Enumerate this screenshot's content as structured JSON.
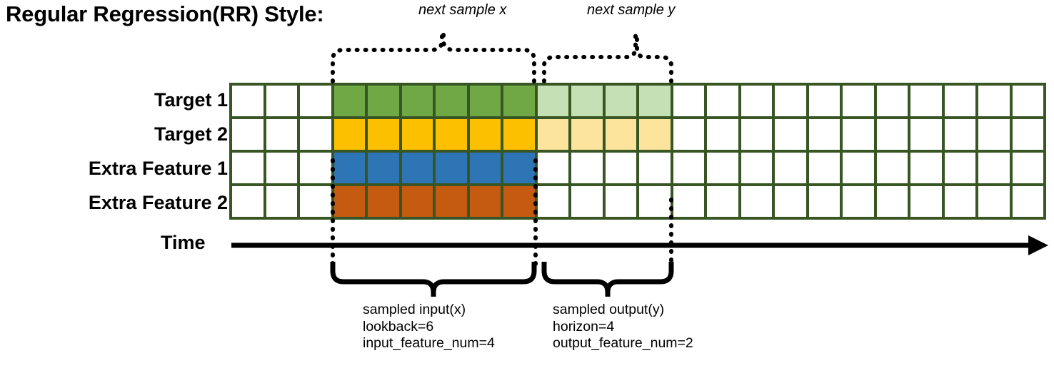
{
  "title": "Regular Regression(RR) Style:",
  "colors": {
    "grid_border": "#375623",
    "target1_active": "#70A846",
    "target1_future": "#C5E0B4",
    "target2_active": "#FCC000",
    "target2_future": "#FCE49C",
    "extra1_active": "#2E75B6",
    "extra2_active": "#C55A11",
    "empty": "#FFFFFF",
    "line": "#000000"
  },
  "top_braces": [
    {
      "id": "next-sample-x",
      "label": "next sample x"
    },
    {
      "id": "next-sample-y",
      "label": "next sample y"
    }
  ],
  "rows": [
    {
      "label": "Target 1",
      "cells": [
        "empty",
        "empty",
        "empty",
        "active",
        "active",
        "active",
        "active",
        "active",
        "active",
        "future",
        "future",
        "future",
        "future",
        "empty",
        "empty",
        "empty",
        "empty",
        "empty",
        "empty",
        "empty",
        "empty",
        "empty",
        "empty",
        "empty"
      ]
    },
    {
      "label": "Target 2",
      "cells": [
        "empty",
        "empty",
        "empty",
        "active",
        "active",
        "active",
        "active",
        "active",
        "active",
        "future",
        "future",
        "future",
        "future",
        "empty",
        "empty",
        "empty",
        "empty",
        "empty",
        "empty",
        "empty",
        "empty",
        "empty",
        "empty",
        "empty"
      ]
    },
    {
      "label": "Extra Feature 1",
      "cells": [
        "empty",
        "empty",
        "empty",
        "active",
        "active",
        "active",
        "active",
        "active",
        "active",
        "empty",
        "empty",
        "empty",
        "empty",
        "empty",
        "empty",
        "empty",
        "empty",
        "empty",
        "empty",
        "empty",
        "empty",
        "empty",
        "empty",
        "empty"
      ]
    },
    {
      "label": "Extra Feature 2",
      "cells": [
        "empty",
        "empty",
        "empty",
        "active",
        "active",
        "active",
        "active",
        "active",
        "active",
        "empty",
        "empty",
        "empty",
        "empty",
        "empty",
        "empty",
        "empty",
        "empty",
        "empty",
        "empty",
        "empty",
        "empty",
        "empty",
        "empty",
        "empty"
      ]
    }
  ],
  "axis": {
    "label": "Time"
  },
  "bottom_braces": [
    {
      "id": "sampled-input",
      "lines": [
        "sampled input(x)",
        "lookback=6",
        "input_feature_num=4"
      ]
    },
    {
      "id": "sampled-output",
      "lines": [
        "sampled output(y)",
        "horizon=4",
        "output_feature_num=2"
      ]
    }
  ],
  "grid_meta": {
    "columns": 24,
    "rows": 4
  }
}
